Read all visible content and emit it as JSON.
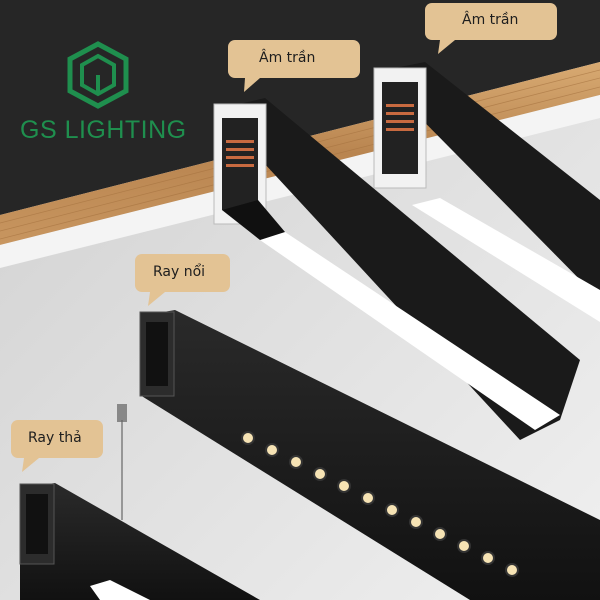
{
  "brand": {
    "name": "GS LIGHTING",
    "color": "#1f8f4e"
  },
  "labels": {
    "am_tran_1": "Âm trần",
    "am_tran_2": "Âm trần",
    "ray_noi": "Ray nổi",
    "ray_tha": "Ray thả"
  },
  "colors": {
    "ceiling": "#2b2b2b",
    "wood": "#c8965c",
    "bubble": "#e3c394",
    "rail": "#1b1b1b",
    "light": "#ffffff"
  }
}
